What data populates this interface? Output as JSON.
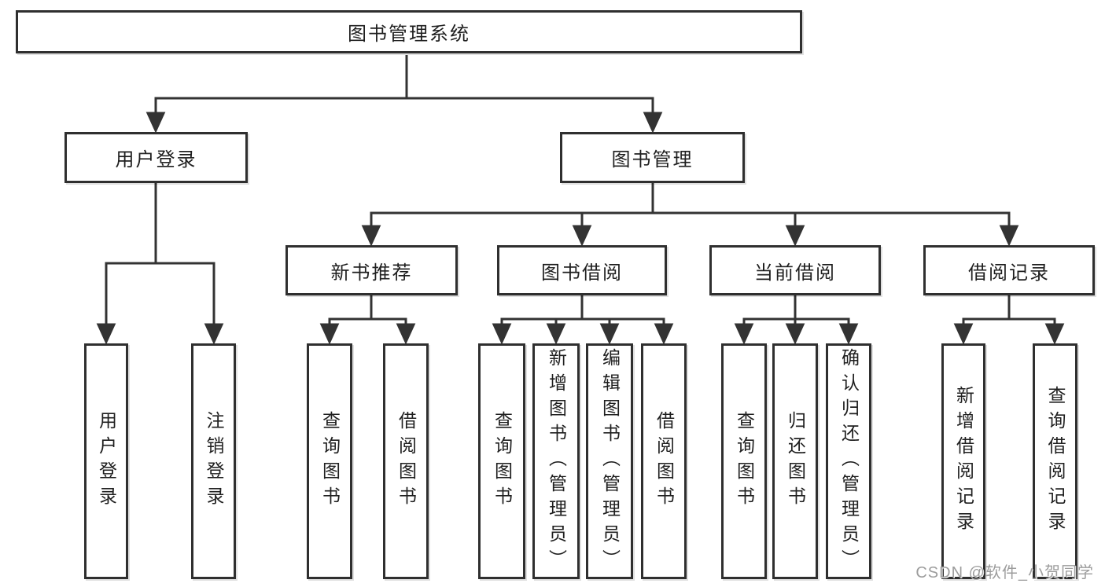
{
  "tree": {
    "root": {
      "label": "图书管理系统"
    },
    "level2": {
      "user": {
        "label": "用户登录"
      },
      "books": {
        "label": "图书管理"
      }
    },
    "level3": {
      "recommend": {
        "label": "新书推荐"
      },
      "borrow": {
        "label": "图书借阅"
      },
      "current": {
        "label": "当前借阅"
      },
      "records": {
        "label": "借阅记录"
      }
    },
    "leaves": {
      "user_login": "用户登录",
      "logout": "注销登录",
      "recommend_query": "查询图书",
      "recommend_borrow": "借阅图书",
      "borrow_query": "查询图书",
      "borrow_add": "新增图书（管理员）",
      "borrow_edit": "编辑图书（管理员）",
      "borrow_borrow": "借阅图书",
      "current_query": "查询图书",
      "current_return": "归还图书",
      "current_confirm": "确认归还（管理员）",
      "records_add": "新增借阅记录",
      "records_query": "查询借阅记录"
    }
  },
  "watermark": {
    "text": "CSDN @软件_小贺同学"
  },
  "colors": {
    "line": "#333333",
    "box_border": "#2f2f2f",
    "box_fill": "#ffffff",
    "text": "#1f1f1f",
    "watermark": "#9c9c9c",
    "background": "#ffffff"
  }
}
